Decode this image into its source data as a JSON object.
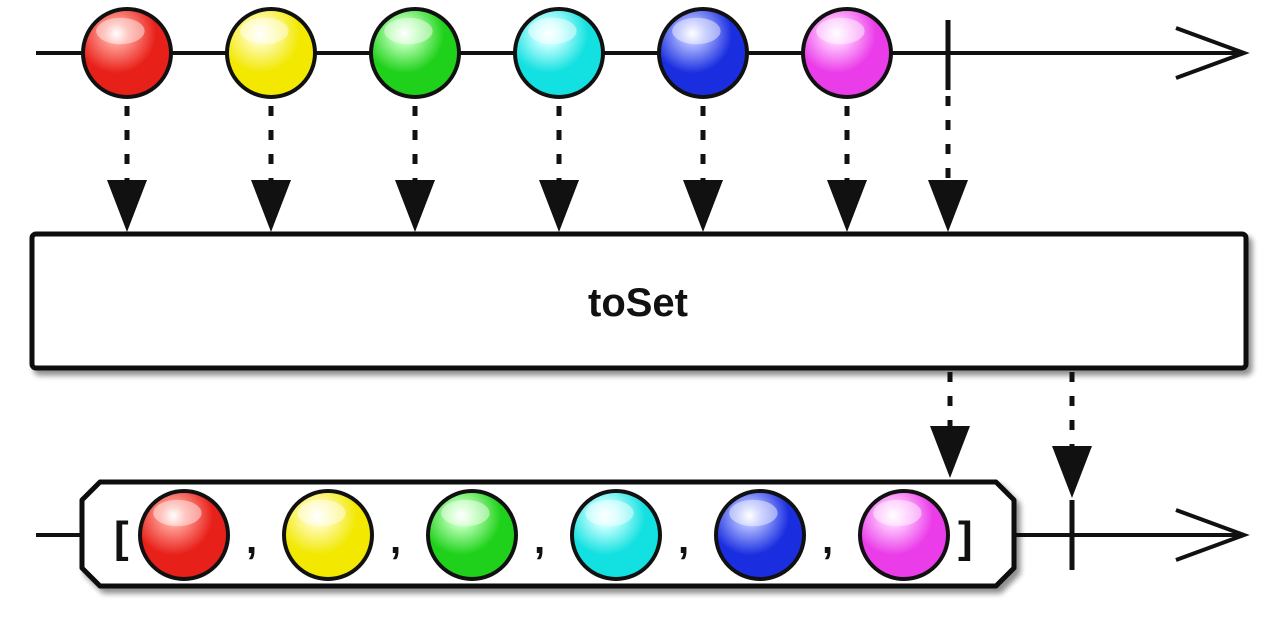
{
  "operator": {
    "label": "toSet"
  },
  "palette": {
    "stroke": "#111111",
    "box_fill": "#ffffff",
    "shadow": "#9a9a9a"
  },
  "input": {
    "items": [
      {
        "name": "red",
        "color": "#e8201a",
        "light": "#ff9a90"
      },
      {
        "name": "yellow",
        "color": "#f2e800",
        "light": "#fffbb0"
      },
      {
        "name": "green",
        "color": "#1fd11a",
        "light": "#b5ffb0"
      },
      {
        "name": "cyan",
        "color": "#13e0e0",
        "light": "#c2ffff"
      },
      {
        "name": "blue",
        "color": "#1a2ee0",
        "light": "#a9b4ff"
      },
      {
        "name": "magenta",
        "color": "#ea3ce8",
        "light": "#ffc2ff"
      }
    ],
    "completed": true
  },
  "output": {
    "open_bracket": "[",
    "close_bracket": "]",
    "separator": ",",
    "completed": true
  }
}
